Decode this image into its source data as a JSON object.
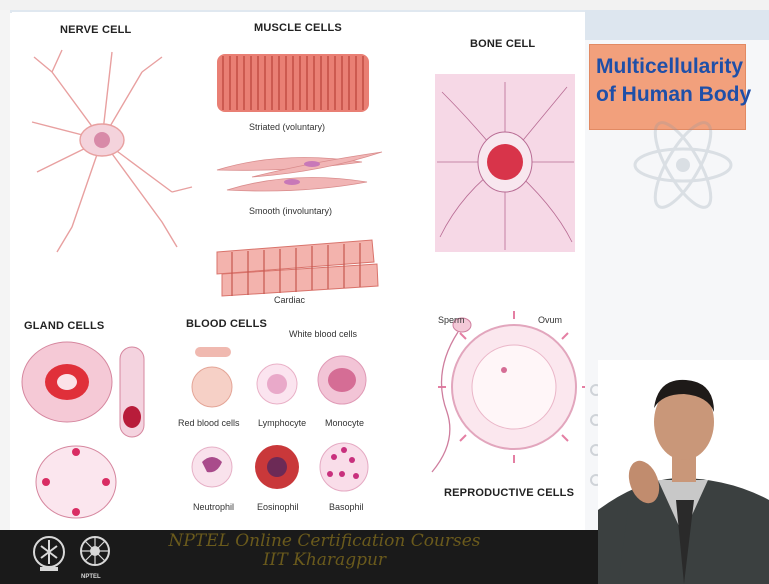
{
  "slide": {
    "title_line1": "Multicellularity",
    "title_line2": "of Human Body"
  },
  "figure": {
    "nerve_cell": "NERVE CELL",
    "muscle_cells": "MUSCLE CELLS",
    "striated": "Striated (voluntary)",
    "smooth": "Smooth (involuntary)",
    "cardiac": "Cardiac",
    "bone_cell": "BONE CELL",
    "gland_cells": "GLAND CELLS",
    "blood_cells": "BLOOD CELLS",
    "white_blood_cells": "White blood cells",
    "red_blood_cells": "Red blood cells",
    "lymphocyte": "Lymphocyte",
    "monocyte": "Monocyte",
    "neutrophil": "Neutrophil",
    "eosinophil": "Eosinophil",
    "basophil": "Basophil",
    "sperm": "Sperm",
    "ovum": "Ovum",
    "reproductive_cells": "REPRODUCTIVE CELLS"
  },
  "footer": {
    "line1": "NPTEL Online Certification Courses",
    "line2": "IIT Kharagpur",
    "logo_caption": "NPTEL"
  },
  "colors": {
    "title_bg": "#f2a07c",
    "title_text": "#1f4fa8",
    "footer_bg": "#1a1a1a",
    "footer_text": "#6a5a1c"
  }
}
